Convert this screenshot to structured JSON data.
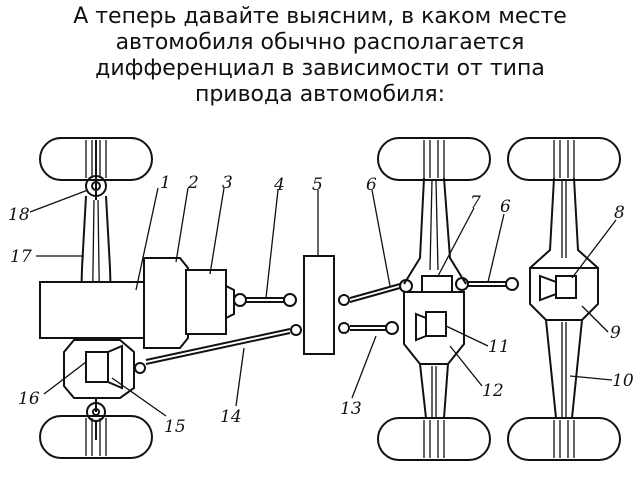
{
  "heading": {
    "lines": [
      "А теперь давайте выясним, в каком месте",
      "автомобиля обычно располагается",
      "дифференциал в зависимости от типа",
      "привода автомобиля:"
    ]
  },
  "callouts": [
    {
      "id": "1",
      "text": "1"
    },
    {
      "id": "2",
      "text": "2"
    },
    {
      "id": "3",
      "text": "3"
    },
    {
      "id": "4",
      "text": "4"
    },
    {
      "id": "5",
      "text": "5"
    },
    {
      "id": "6a",
      "text": "6"
    },
    {
      "id": "6b",
      "text": "6"
    },
    {
      "id": "7",
      "text": "7"
    },
    {
      "id": "8",
      "text": "8"
    },
    {
      "id": "9",
      "text": "9"
    },
    {
      "id": "10",
      "text": "10"
    },
    {
      "id": "11",
      "text": "11"
    },
    {
      "id": "12",
      "text": "12"
    },
    {
      "id": "13",
      "text": "13"
    },
    {
      "id": "14",
      "text": "14"
    },
    {
      "id": "15",
      "text": "15"
    },
    {
      "id": "16",
      "text": "16"
    },
    {
      "id": "17",
      "text": "17"
    },
    {
      "id": "18",
      "text": "18"
    }
  ]
}
